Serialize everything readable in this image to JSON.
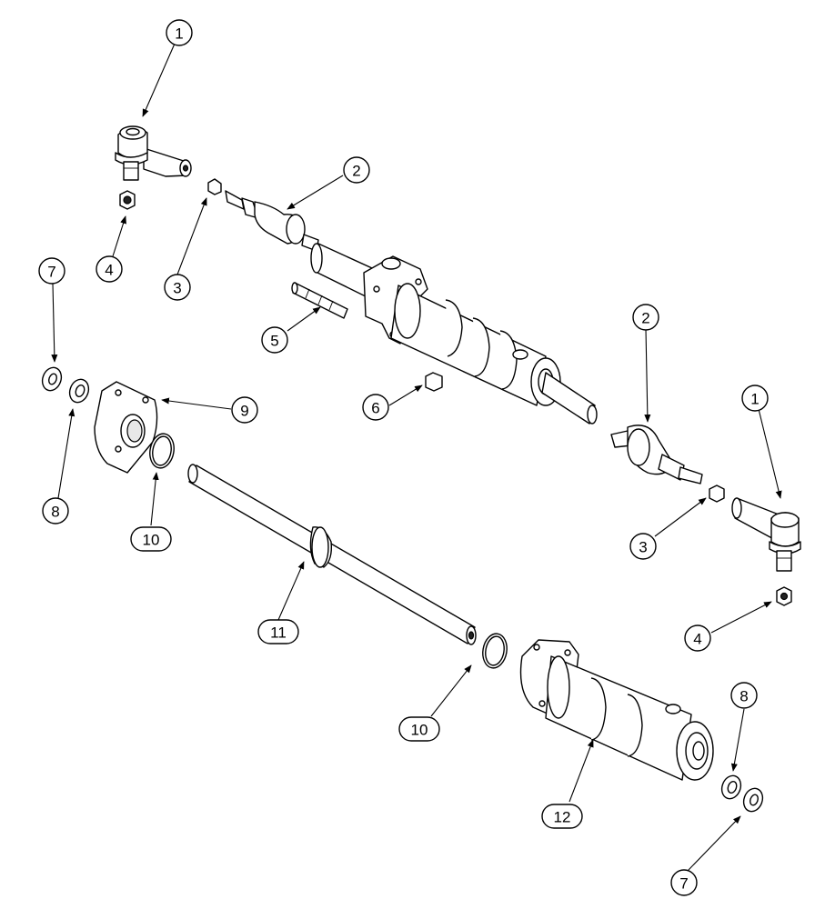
{
  "callouts": [
    {
      "id": "c1a",
      "label": "1"
    },
    {
      "id": "c2a",
      "label": "2"
    },
    {
      "id": "c3a",
      "label": "3"
    },
    {
      "id": "c4a",
      "label": "4"
    },
    {
      "id": "c5",
      "label": "5"
    },
    {
      "id": "c6",
      "label": "6"
    },
    {
      "id": "c7a",
      "label": "7"
    },
    {
      "id": "c8a",
      "label": "8"
    },
    {
      "id": "c9",
      "label": "9"
    },
    {
      "id": "c10a",
      "label": "10"
    },
    {
      "id": "c11",
      "label": "11"
    },
    {
      "id": "c2b",
      "label": "2"
    },
    {
      "id": "c1b",
      "label": "1"
    },
    {
      "id": "c3b",
      "label": "3"
    },
    {
      "id": "c4b",
      "label": "4"
    },
    {
      "id": "c10b",
      "label": "10"
    },
    {
      "id": "c12",
      "label": "12"
    },
    {
      "id": "c8b",
      "label": "8"
    },
    {
      "id": "c7b",
      "label": "7"
    }
  ]
}
